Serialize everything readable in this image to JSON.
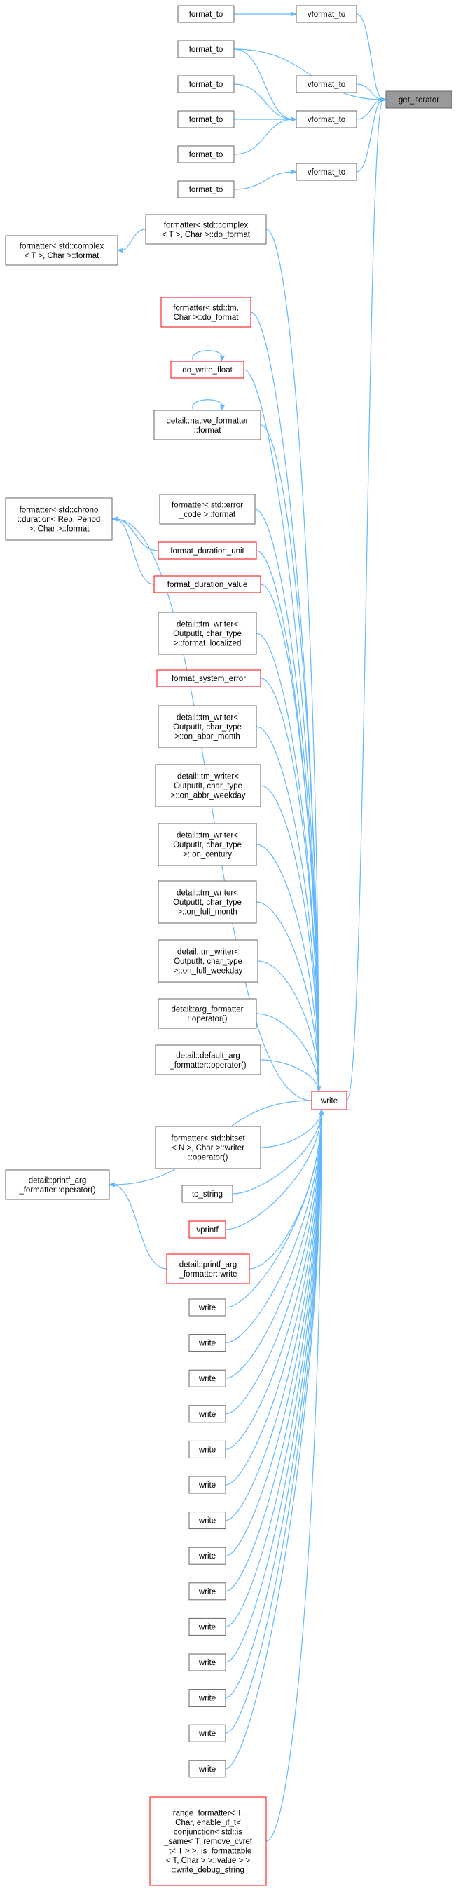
{
  "colors": {
    "edge": "#63b8ff",
    "border": "#666666",
    "error_border": "#ff0000",
    "target_fill": "#999999"
  },
  "nodes": {
    "get_iterator": [
      "get_iterator"
    ],
    "format_to_1": [
      "format_to"
    ],
    "vformat_to_1": [
      "vformat_to"
    ],
    "vformat_to_2": [
      "vformat_to"
    ],
    "format_to_2": [
      "format_to"
    ],
    "vformat_to_3": [
      "vformat_to"
    ],
    "format_to_3": [
      "format_to"
    ],
    "vformat_to_4": [
      "vformat_to"
    ],
    "format_to_4": [
      "format_to"
    ],
    "format_to_5": [
      "format_to"
    ],
    "vformat_to_5": [
      "vformat_to"
    ],
    "complex_do_format": [
      "formatter< std::complex",
      "< T >, Char >::do_format"
    ],
    "complex_format": [
      "formatter< std::complex",
      "< T >, Char >::format"
    ],
    "tm_do_format": [
      "formatter< std::tm,",
      "Char >::do_format"
    ],
    "do_write_float": [
      "do_write_float"
    ],
    "native_formatter_format": [
      "detail::native_formatter",
      "::format"
    ],
    "error_code_format": [
      "formatter< std::error",
      "_code >::format"
    ],
    "chrono_format": [
      "formatter< std::chrono",
      "::duration< Rep, Period",
      ">, Char >::format"
    ],
    "format_duration_unit": [
      "format_duration_unit"
    ],
    "format_duration_value": [
      "format_duration_value"
    ],
    "tm_writer_format_localized": [
      "detail::tm_writer<",
      "OutputIt, char_type",
      ">::format_localized"
    ],
    "format_system_error": [
      "format_system_error"
    ],
    "tm_writer_on_abbr_month": [
      "detail::tm_writer<",
      "OutputIt, char_type",
      ">::on_abbr_month"
    ],
    "tm_writer_on_abbr_weekday": [
      "detail::tm_writer<",
      "OutputIt, char_type",
      ">::on_abbr_weekday"
    ],
    "tm_writer_on_century": [
      "detail::tm_writer<",
      "OutputIt, char_type",
      ">::on_century"
    ],
    "tm_writer_on_full_month": [
      "detail::tm_writer<",
      "OutputIt, char_type",
      ">::on_full_month"
    ],
    "tm_writer_on_full_weekday": [
      "detail::tm_writer<",
      "OutputIt, char_type",
      ">::on_full_weekday"
    ],
    "arg_formatter_operator": [
      "detail::arg_formatter",
      "::operator()"
    ],
    "default_arg_formatter_operator": [
      "detail::default_arg",
      "_formatter::operator()"
    ],
    "write_main": [
      "write"
    ],
    "bitset_writer_operator": [
      "formatter< std::bitset",
      "< N >, Char >::writer",
      "::operator()"
    ],
    "printf_arg_formatter_operator": [
      "detail::printf_arg",
      "_formatter::operator()"
    ],
    "to_string": [
      "to_string"
    ],
    "vprintf": [
      "vprintf"
    ],
    "printf_arg_formatter_write": [
      "detail::printf_arg",
      "_formatter::write"
    ],
    "write_1": [
      "write"
    ],
    "write_2": [
      "write"
    ],
    "write_3": [
      "write"
    ],
    "write_4": [
      "write"
    ],
    "write_5": [
      "write"
    ],
    "write_6": [
      "write"
    ],
    "write_7": [
      "write"
    ],
    "write_8": [
      "write"
    ],
    "write_9": [
      "write"
    ],
    "write_10": [
      "write"
    ],
    "write_11": [
      "write"
    ],
    "write_12": [
      "write"
    ],
    "write_13": [
      "write"
    ],
    "write_14": [
      "write"
    ],
    "range_formatter_write_debug_string": [
      "range_formatter< T,",
      "Char, enable_if_t<",
      "conjunction< std::is",
      "_same< T, remove_cvref",
      "_t< T > >, is_formattable",
      "< T, Char > >::value > >",
      "::write_debug_string"
    ]
  },
  "edges": [
    [
      "format_to_1",
      "vformat_to_1"
    ],
    [
      "vformat_to_1",
      "get_iterator"
    ],
    [
      "format_to_2",
      "get_iterator"
    ],
    [
      "format_to_2",
      "vformat_to_3"
    ],
    [
      "vformat_to_2",
      "get_iterator"
    ],
    [
      "format_to_3",
      "vformat_to_3"
    ],
    [
      "format_to_4",
      "vformat_to_3"
    ],
    [
      "format_to_5",
      "vformat_to_3"
    ],
    [
      "vformat_to_3",
      "get_iterator"
    ],
    [
      "format_to_6",
      "vformat_to_4"
    ],
    [
      "vformat_to_4",
      "get_iterator"
    ],
    [
      "write_main",
      "get_iterator"
    ],
    [
      "complex_do_format",
      "complex_format"
    ],
    [
      "do_write_float",
      "do_write_float"
    ],
    [
      "native_formatter_format",
      "native_formatter_format"
    ],
    [
      "format_duration_unit",
      "chrono_format"
    ],
    [
      "format_duration_value",
      "chrono_format"
    ],
    [
      "write_main",
      "chrono_format"
    ],
    [
      "printf_arg_formatter_write",
      "printf_arg_formatter_operator"
    ],
    [
      "write_main",
      "printf_arg_formatter_operator"
    ]
  ]
}
